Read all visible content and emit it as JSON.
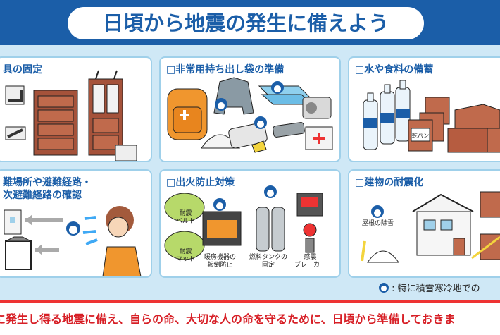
{
  "title": "日頃から地震の発生に備えよう",
  "panels": {
    "furniture": {
      "title": "具の固定"
    },
    "emergency_bag": {
      "title": "□非常用持ち出し袋の準備"
    },
    "water_food": {
      "title": "□水や食料の備蓄",
      "can_label": "乾パン"
    },
    "evacuation": {
      "title_line1": "難場所や避難経路・",
      "title_line2": "次避難経路の確認"
    },
    "fire": {
      "title": "□出火防止対策",
      "label_belt_1": "耐震",
      "label_belt_2": "ベルト",
      "label_mat_1": "耐震",
      "label_mat_2": "マット",
      "label_heater_1": "暖房機器の",
      "label_heater_2": "転倒防止",
      "label_tank_1": "燃料タンクの",
      "label_tank_2": "固定",
      "label_breaker_1": "感震",
      "label_breaker_2": "ブレーカー"
    },
    "building": {
      "title": "□建物の耐震化",
      "label_snow": "屋根の除雪"
    }
  },
  "note": ": 特に積雪寒冷地での",
  "footer": "に発生し得る地震に備え、自らの命、大切な人の命を守るために、日頃から準備しておきま",
  "colors": {
    "primary": "#1b5ea8",
    "panel_border": "#9fd0ea",
    "background": "#cfe8f6",
    "footer_text": "#d71f26"
  },
  "icons": [
    "penguin-icon",
    "first-aid-icon",
    "arrow-icon"
  ]
}
